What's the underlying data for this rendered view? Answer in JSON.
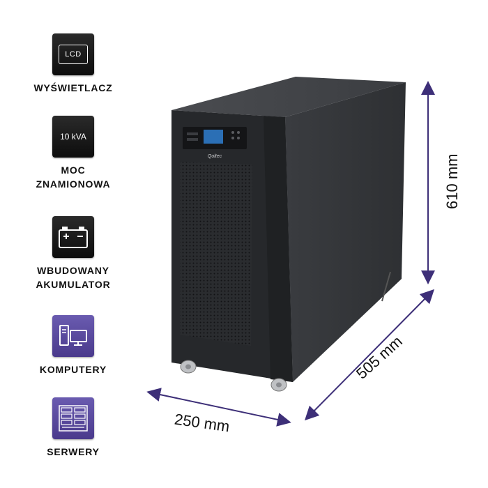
{
  "features": [
    {
      "icon": "lcd-icon",
      "tile_text": "LCD",
      "label_lines": [
        "WYŚWIETLACZ"
      ]
    },
    {
      "icon": "power-rating-icon",
      "tile_text": "10 kVA",
      "label_lines": [
        "MOC",
        "ZNAMIONOWA"
      ]
    },
    {
      "icon": "battery-icon",
      "tile_text": "",
      "label_lines": [
        "WBUDOWANY",
        "AKUMULATOR"
      ]
    },
    {
      "icon": "computer-icon",
      "tile_text": "",
      "label_lines": [
        "KOMPUTERY"
      ]
    },
    {
      "icon": "server-rack-icon",
      "tile_text": "",
      "label_lines": [
        "SERWERY"
      ]
    }
  ],
  "product": {
    "brand": "Qoltec"
  },
  "dimensions": {
    "height": "610 mm",
    "width": "250 mm",
    "depth": "505 mm"
  },
  "colors": {
    "arrow": "#3d2f78",
    "accent_tile": "#5a4a9e",
    "body": "#2b2d30",
    "text": "#111111"
  }
}
